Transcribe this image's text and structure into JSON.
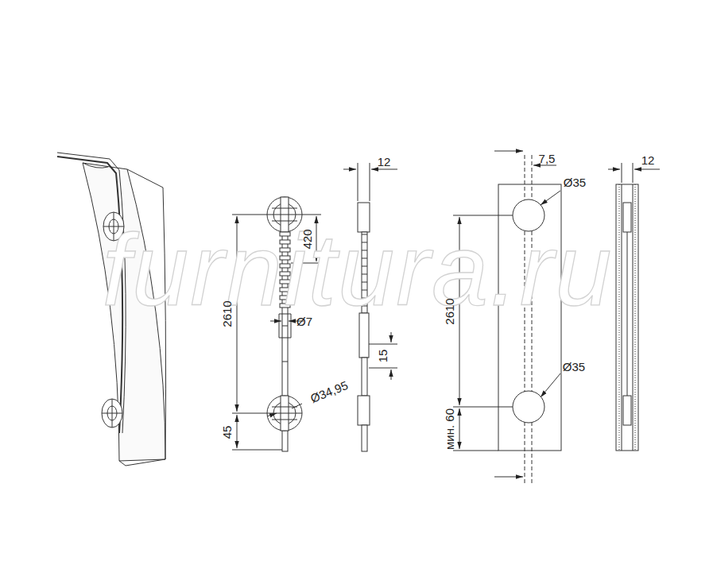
{
  "diagram": {
    "labels": [
      "furnitura.ru",
      "12",
      "2610",
      "420",
      "Ø7",
      "15",
      "Ø34,95",
      "45",
      "7,5",
      "Ø35",
      "2610",
      "Ø35",
      "мин. 60",
      "12"
    ]
  }
}
